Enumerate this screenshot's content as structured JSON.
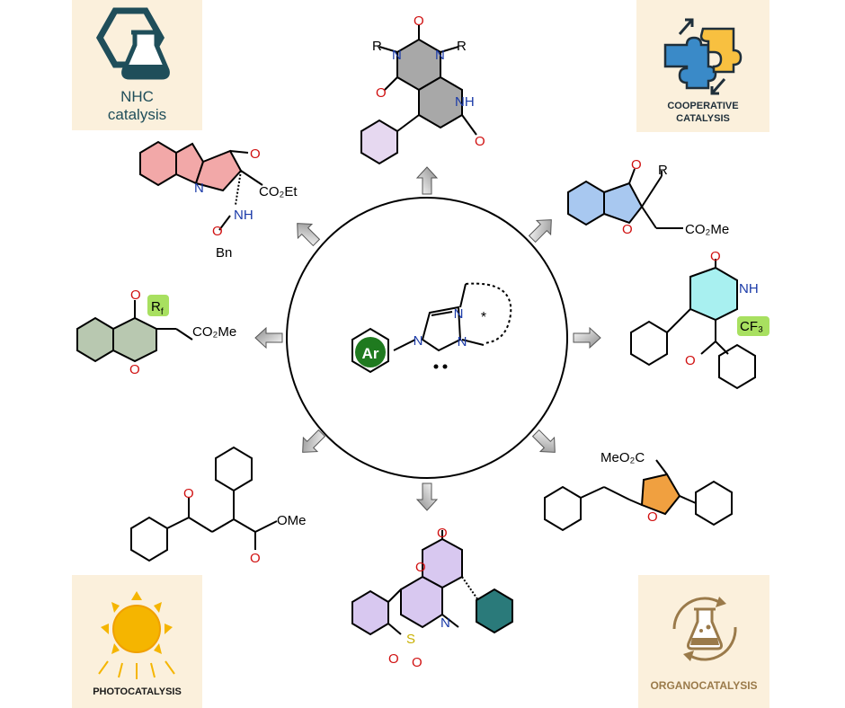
{
  "corners": {
    "nhc": {
      "line1": "NHC",
      "line2": "catalysis",
      "color": "#1f4e5a",
      "icon": "hexagon-flask-icon"
    },
    "cooperative": {
      "line1": "COOPERATIVE",
      "line2": "CATALYSIS",
      "color": "#1f2f3a",
      "icon": "puzzle-pieces-icon"
    },
    "photo": {
      "label": "PHOTOCATALYSIS",
      "color": "#1a1a1a",
      "icon": "sun-icon"
    },
    "organo": {
      "label": "ORGANOCATALYSIS",
      "color": "#9a7a4a",
      "icon": "recycling-flask-icon"
    }
  },
  "center": {
    "ar": "Ar",
    "star": "*",
    "n_labels": [
      "N",
      "N",
      "N"
    ],
    "ring_color": "#000000",
    "ar_fill": "#1f7a1f"
  },
  "molecules": {
    "top": {
      "r_left": "R",
      "r_right": "R",
      "n1": "N",
      "n2": "N",
      "nh": "NH",
      "o1": "O",
      "o2": "O",
      "o3": "O",
      "fill": "#a8a8a8",
      "phenyl_fill": "#e6d8f0"
    },
    "top_left": {
      "o": "O",
      "n": "N",
      "co2et": "CO₂Et",
      "nh": "NH",
      "o2": "O",
      "bn": "Bn",
      "fill": "#f2a8a8"
    },
    "top_right": {
      "o": "O",
      "o_ring": "O",
      "r": "R",
      "co2me": "CO₂Me",
      "fill": "#a8c8f0"
    },
    "left": {
      "o": "O",
      "o_ring": "O",
      "rf": "R",
      "rf_sub": "f",
      "co2me": "CO₂Me",
      "fill": "#b8c8b0",
      "tag_fill": "#a8e060"
    },
    "right": {
      "o": "O",
      "nh": "NH",
      "cf3": "CF₃",
      "o2": "O",
      "fill": "#a8f0f0",
      "tag_fill": "#a8e060"
    },
    "bottom_left": {
      "o1": "O",
      "o2": "O",
      "ome": "OMe"
    },
    "bottom_right": {
      "meo2c": "MeO₂C",
      "o": "O",
      "fill": "#f0a040"
    },
    "bottom": {
      "o1": "O",
      "o_ring": "O",
      "s": "S",
      "n": "N",
      "o_s1": "O",
      "o_s2": "O",
      "fill": "#d8c8f0",
      "phenyl_fill": "#2a7a7a"
    }
  }
}
